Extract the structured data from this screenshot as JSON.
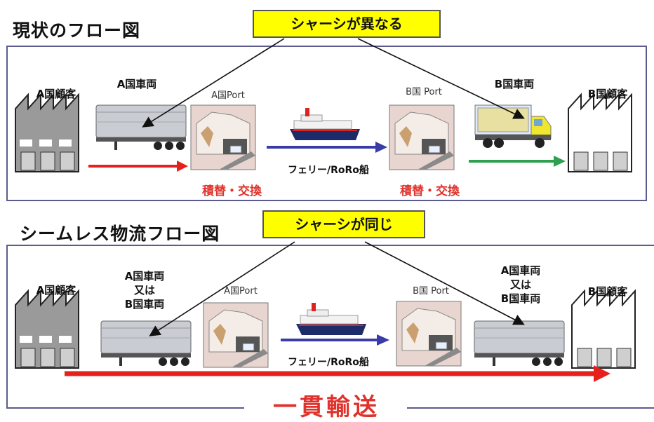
{
  "top": {
    "title": "現状のフロー図",
    "callout": "シャーシが異なる",
    "customer_a": "A国顧客",
    "vehicle_a": "A国車両",
    "port_a": "A国Port",
    "port_b": "B国 Port",
    "vehicle_b": "B国車両",
    "customer_b": "B国顧客",
    "ferry": "フェリー/RoRo船",
    "transship_a": "積替・交換",
    "transship_b": "積替・交換"
  },
  "bottom": {
    "title": "シームレス物流フロー図",
    "callout": "シャーシが同じ",
    "customer_a": "A国顧客",
    "vehicle_left": [
      "A国車両",
      "又は",
      "B国車両"
    ],
    "port_a": "A国Port",
    "port_b": "B国 Port",
    "vehicle_right": [
      "A国車両",
      "又は",
      "B国車両"
    ],
    "customer_b": "B国顧客",
    "ferry": "フェリー/RoRo船",
    "through_transport": "一貫輸送"
  },
  "colors": {
    "red_arrow": "#e8201c",
    "blue_arrow": "#3a3aa8",
    "green_arrow": "#2fa050",
    "frame": "#5b5b8f",
    "callout_bg": "#ffff00"
  }
}
